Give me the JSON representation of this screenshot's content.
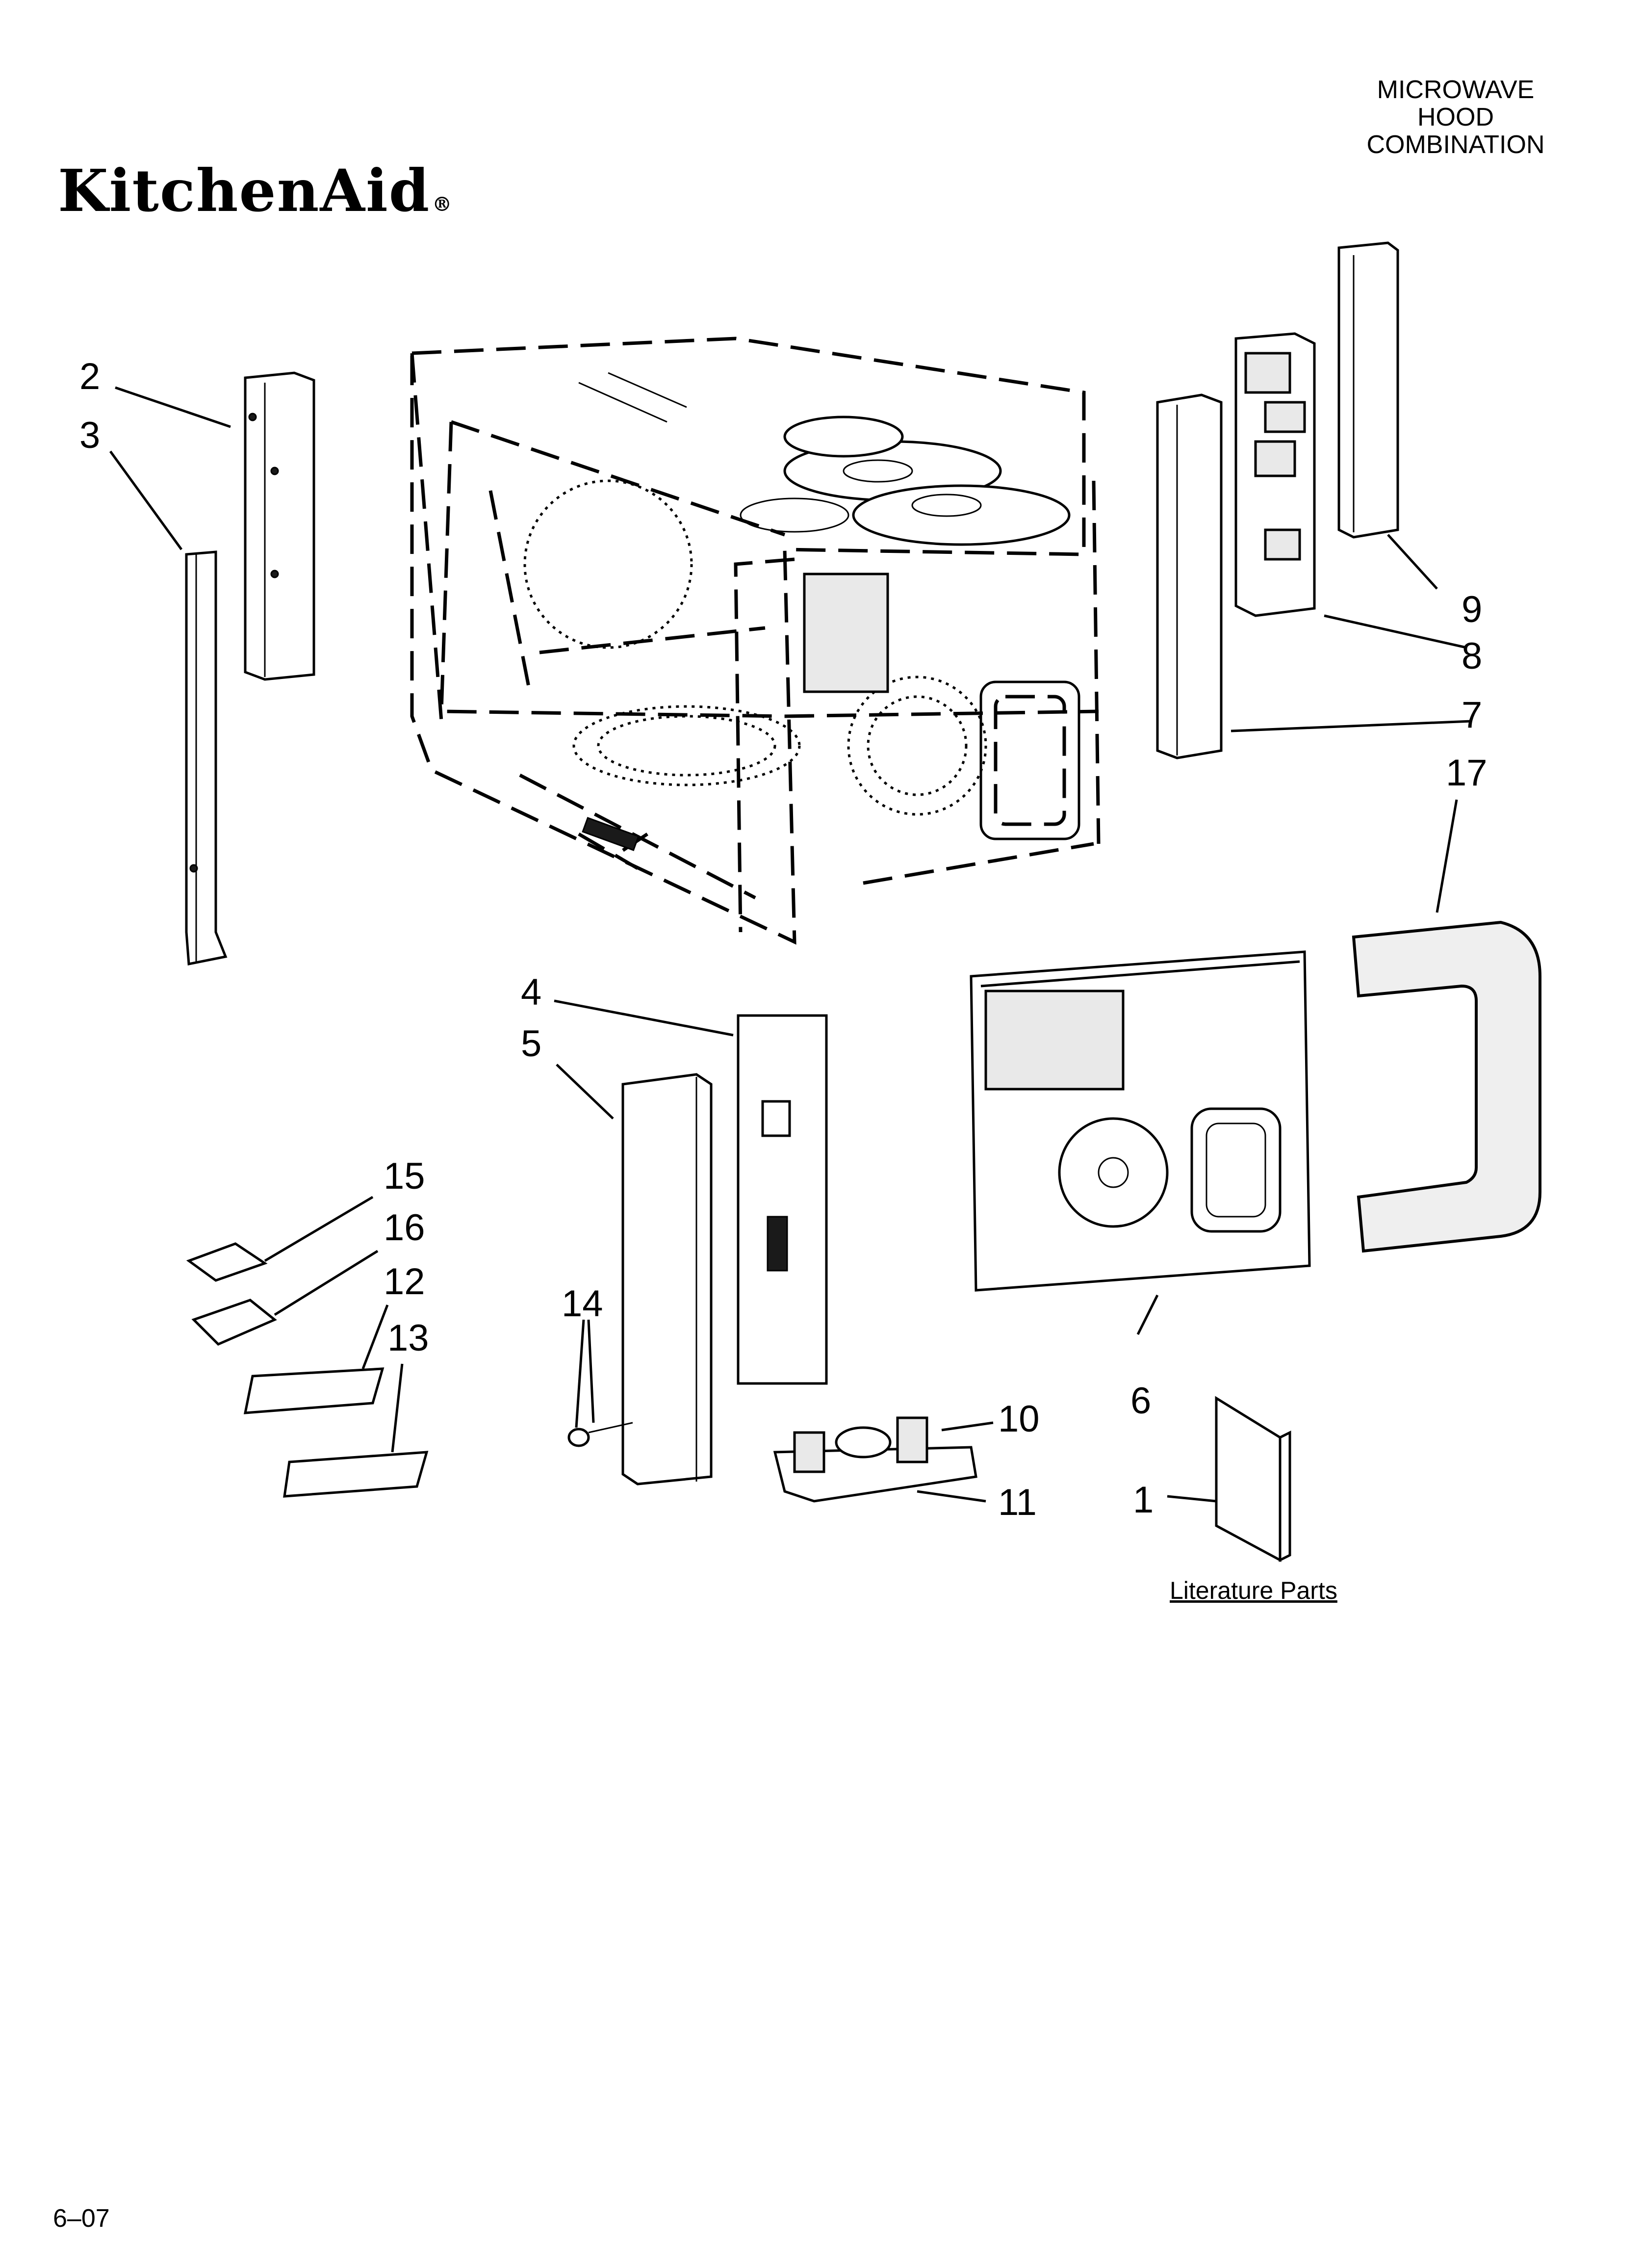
{
  "header": {
    "brand": "KitchenAid",
    "brand_mark": "®",
    "product_line_1": "MICROWAVE",
    "product_line_2": "HOOD",
    "product_line_3": "COMBINATION"
  },
  "callouts": [
    {
      "id": "c1",
      "label": "1"
    },
    {
      "id": "c2",
      "label": "2"
    },
    {
      "id": "c3",
      "label": "3"
    },
    {
      "id": "c4",
      "label": "4"
    },
    {
      "id": "c5",
      "label": "5"
    },
    {
      "id": "c6",
      "label": "6"
    },
    {
      "id": "c7",
      "label": "7"
    },
    {
      "id": "c8",
      "label": "8"
    },
    {
      "id": "c9",
      "label": "9"
    },
    {
      "id": "c10",
      "label": "10"
    },
    {
      "id": "c11",
      "label": "11"
    },
    {
      "id": "c12",
      "label": "12"
    },
    {
      "id": "c13",
      "label": "13"
    },
    {
      "id": "c14",
      "label": "14"
    },
    {
      "id": "c15",
      "label": "15"
    },
    {
      "id": "c16",
      "label": "16"
    },
    {
      "id": "c17",
      "label": "17"
    }
  ],
  "literature_label": "Literature Parts",
  "footer": {
    "page_code": "6–07"
  }
}
